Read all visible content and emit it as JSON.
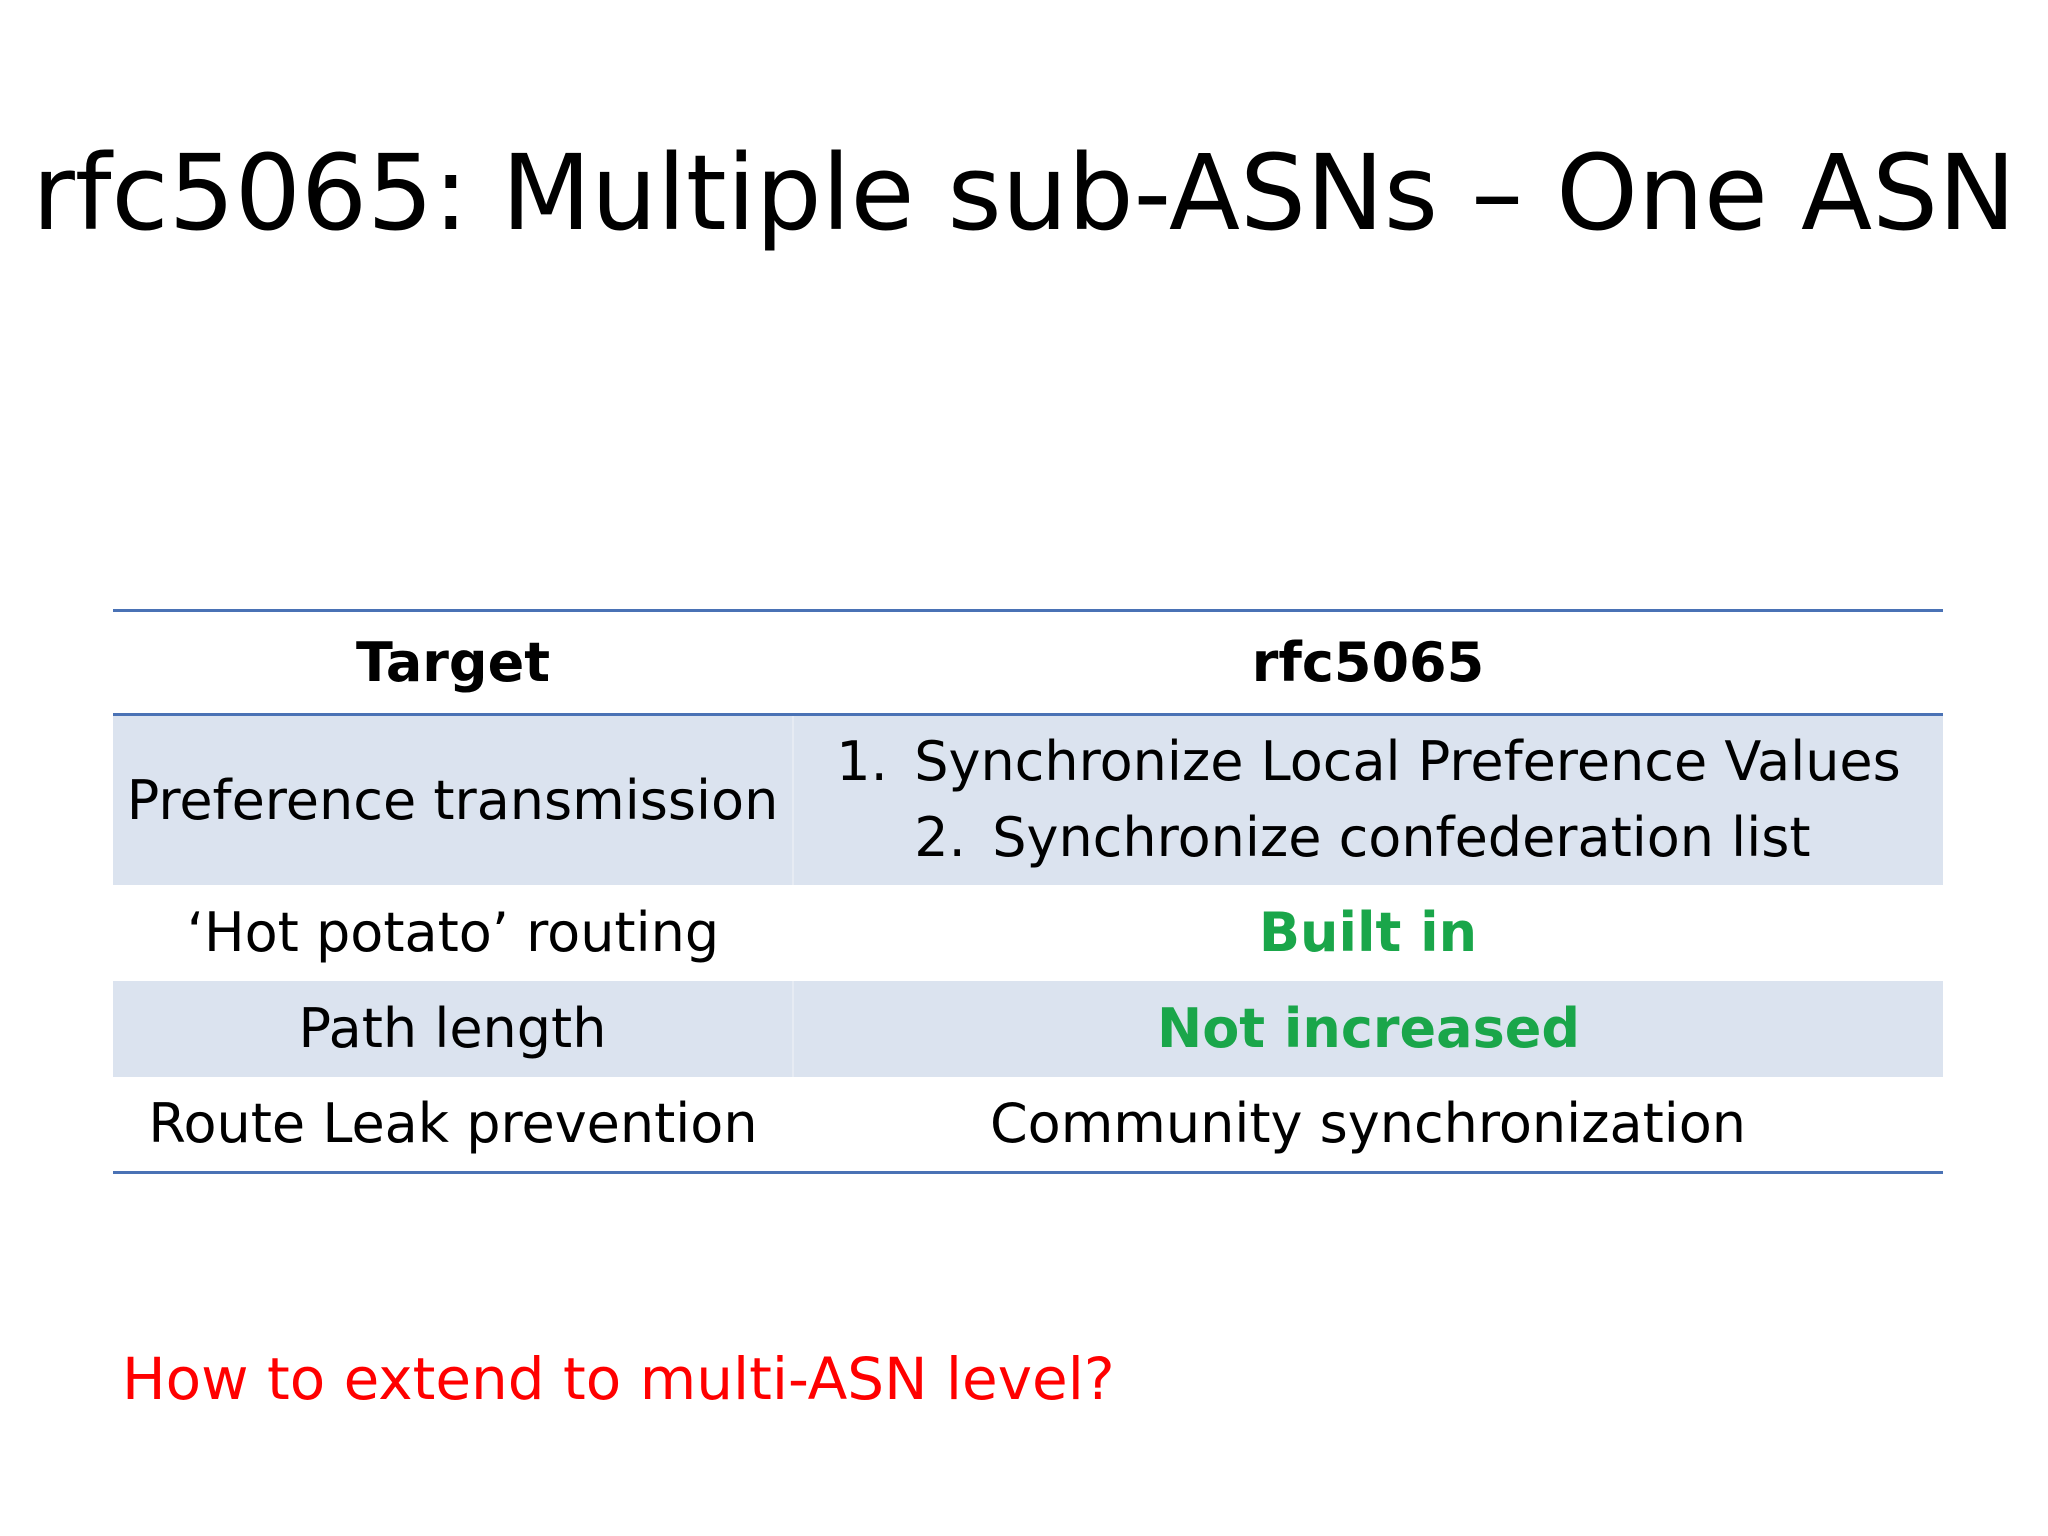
{
  "slide": {
    "title": "rfc5065: Multiple sub-ASNs – One ASN"
  },
  "table": {
    "headers": {
      "target": "Target",
      "rfc": "rfc5065"
    },
    "rows": {
      "preference": {
        "target": "Preference transmission",
        "items": [
          {
            "num": "1.",
            "text": "Synchronize Local Preference Values"
          },
          {
            "num": "2.",
            "text": "Synchronize confederation list"
          }
        ]
      },
      "hot_potato": {
        "target": "‘Hot potato’ routing",
        "value": "Built in"
      },
      "path_length": {
        "target": "Path length",
        "value": "Not increased"
      },
      "route_leak": {
        "target": "Route Leak prevention",
        "value": "Community synchronization"
      }
    },
    "colors": {
      "rule": "#4a72b5",
      "shaded_row": "#dbe3ef",
      "highlight_green": "#1aa64a"
    }
  },
  "question": {
    "text": "How to extend to multi-ASN level?",
    "color": "#ff0000"
  }
}
